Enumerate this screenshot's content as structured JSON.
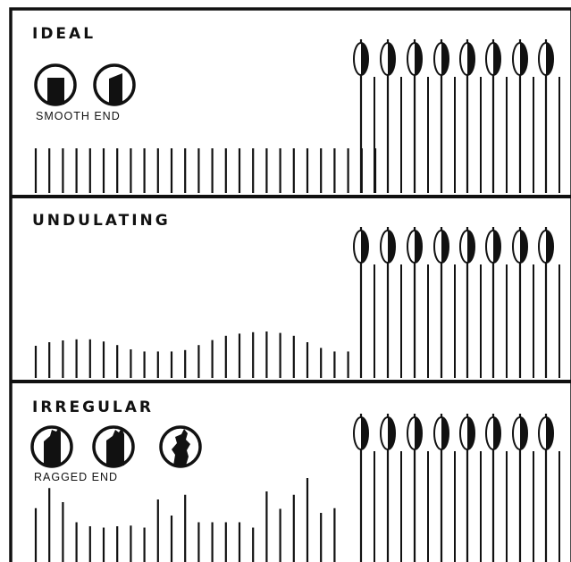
{
  "panels": [
    {
      "title": "IDEAL",
      "end_caption": "SMOOTH END",
      "end_icon_names": [
        "smooth-end-icon",
        "smooth-end-angled-icon"
      ],
      "stubble_profile": "even",
      "stubble_heights": [
        1,
        1,
        1,
        1,
        1,
        1,
        1,
        1,
        1,
        1,
        1,
        1,
        1,
        1,
        1,
        1,
        1,
        1,
        1,
        1,
        1,
        1,
        1,
        1,
        1,
        1
      ]
    },
    {
      "title": "UNDULATING",
      "end_caption": "",
      "end_icon_names": [],
      "stubble_profile": "wavy",
      "stubble_heights": [
        0.9,
        1.0,
        1.05,
        1.08,
        1.08,
        1.02,
        0.92,
        0.8,
        0.74,
        0.74,
        0.74,
        0.78,
        0.92,
        1.06,
        1.18,
        1.24,
        1.28,
        1.3,
        1.26,
        1.18,
        1.0,
        0.84,
        0.74,
        0.74
      ]
    },
    {
      "title": "IRREGULAR",
      "end_caption": "RAGGED END",
      "end_icon_names": [
        "ragged-end-icon",
        "ragged-end-icon",
        "torn-end-icon"
      ],
      "stubble_profile": "uneven",
      "stubble_heights": [
        0.95,
        1.25,
        1.04,
        0.74,
        0.68,
        0.66,
        0.68,
        0.69,
        0.66,
        1.08,
        0.84,
        1.15,
        0.74,
        0.74,
        0.74,
        0.74,
        0.66,
        1.2,
        0.94,
        1.15,
        1.4,
        0.88,
        0.95
      ]
    }
  ],
  "standing_crop": {
    "stalks_per_panel": 8,
    "head_icon_name": "grain-head-icon"
  },
  "colors": {
    "ink": "#111111",
    "background": "#ffffff"
  }
}
